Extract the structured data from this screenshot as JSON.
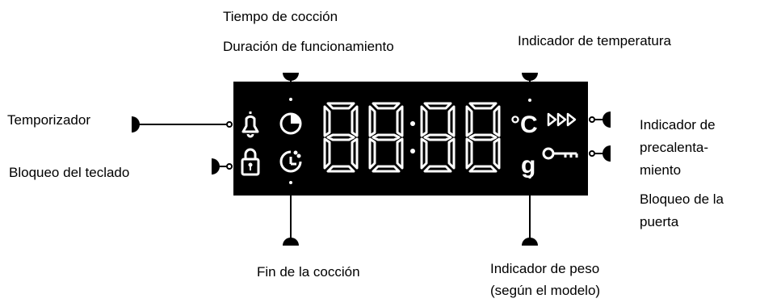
{
  "labels": {
    "cooking_time": "Tiempo de cocción",
    "operating_duration": "Duración de funcionamiento",
    "temperature_indicator": "Indicador de temperatura",
    "timer": "Temporizador",
    "keypad_lock": "Bloqueo del teclado",
    "preheat_indicator_1": "Indicador de",
    "preheat_indicator_2": "precalenta-",
    "preheat_indicator_3": "miento",
    "door_lock_1": "Bloqueo de la",
    "door_lock_2": "puerta",
    "end_of_cooking": "Fin de la cocción",
    "weight_indicator_1": "Indicador de peso",
    "weight_indicator_2": "(según el modelo)"
  },
  "display": {
    "unit_celsius": "°C",
    "unit_grams": "g",
    "digits": "88:88"
  },
  "icons": [
    "bell-icon",
    "padlock-icon",
    "clock-quarter-icon",
    "clock-end-icon",
    "preheat-arrows-icon",
    "key-icon"
  ],
  "colors": {
    "display_bg": "#000000",
    "segment": "#ffffff",
    "text": "#000000"
  }
}
